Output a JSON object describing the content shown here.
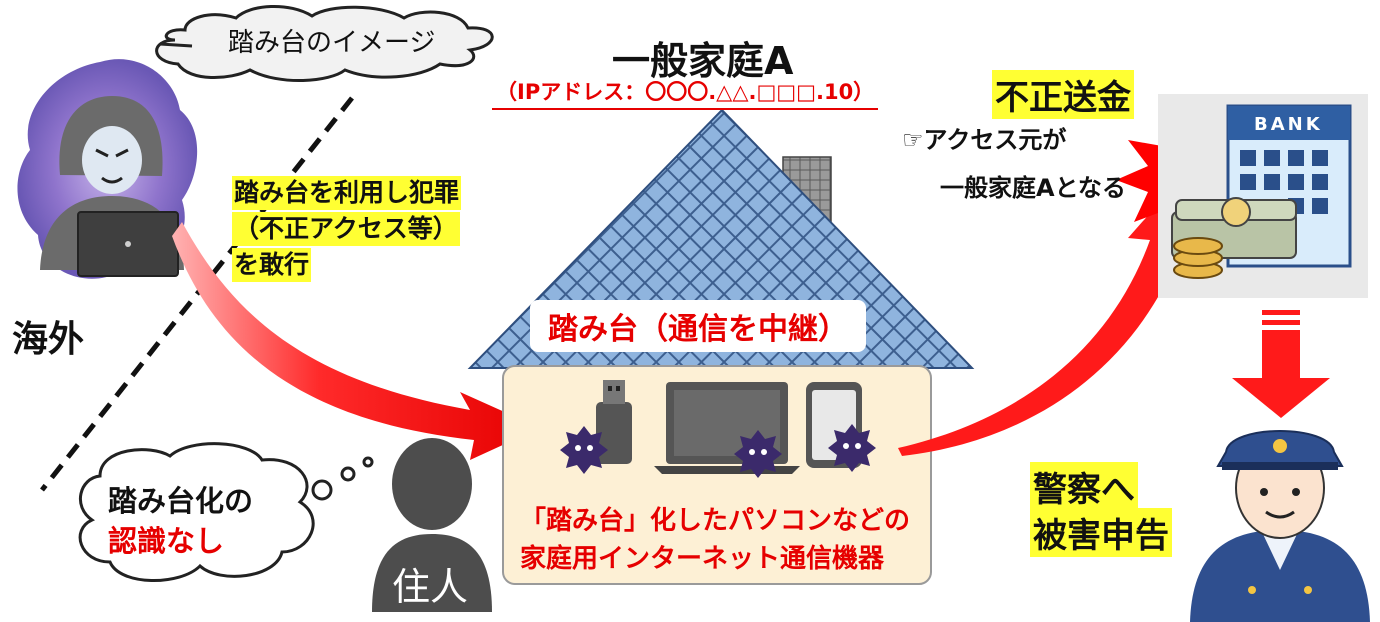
{
  "cloud_label": "踏み台のイメージ",
  "overseas_label": "海外",
  "attacker_text": [
    "踏み台を利用し犯罪",
    "（不正アクセス等）",
    "を敢行"
  ],
  "household": {
    "title": "一般家庭A",
    "ip": "（IPアドレス：〇〇〇.△△.□□□.10）"
  },
  "house_label": "踏み台（通信を中継）",
  "devices_caption": [
    "「踏み台」化したパソコンなどの",
    "家庭用インターネット通信機器"
  ],
  "resident": {
    "thought_line1": "踏み台化の",
    "thought_line2": "認識なし",
    "label": "住人"
  },
  "fraud": {
    "label": "不正送金",
    "note_line1": "☞アクセス元が",
    "note_line2": "一般家庭Aとなる"
  },
  "bank_sign": "BANK",
  "report": [
    "警察へ",
    "被害申告"
  ],
  "colors": {
    "accent_red": "#e60000",
    "highlight_yellow": "#ffff33",
    "house_fill": "#fdf0d5",
    "roof_blue": "#7fa7d6",
    "resident_gray": "#4d4d4d"
  }
}
